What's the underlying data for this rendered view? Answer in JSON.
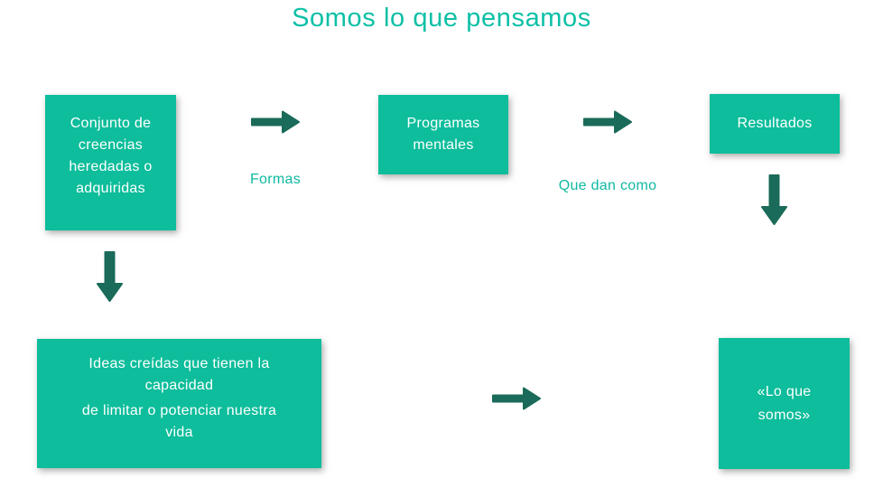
{
  "title": "Somos lo que pensamos",
  "colors": {
    "box_fill": "#0dbd9b",
    "arrow": "#1a6b59",
    "accent_text": "#0dc0a6",
    "box_text": "#ffffff",
    "background": "#ffffff"
  },
  "flow": {
    "box_conjunto": "Conjunto de creencias heredadas o adquiridas",
    "label_formas": "Formas",
    "box_programas": "Programas mentales",
    "label_que_dan_como": "Que dan como",
    "box_resultados": "Resultados",
    "box_ideas_para1": "Ideas creídas que tienen la capacidad",
    "box_ideas_para2": "de limitar o potenciar nuestra vida",
    "box_somos": "«Lo que somos»"
  }
}
